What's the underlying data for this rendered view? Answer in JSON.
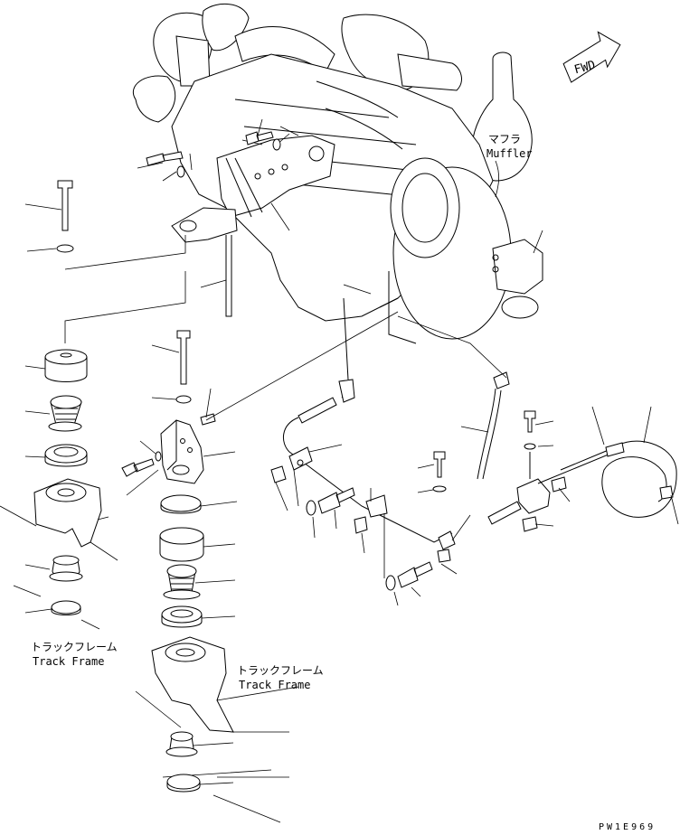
{
  "labels": {
    "fwd": "FWD",
    "muffler_jp": "マフラ",
    "muffler_en": "Muffler",
    "track_frame_left_jp": "トラックフレーム",
    "track_frame_left_en": "Track Frame",
    "track_frame_right_jp": "トラックフレーム",
    "track_frame_right_en": "Track Frame",
    "drawing_code": "PW1E969"
  }
}
